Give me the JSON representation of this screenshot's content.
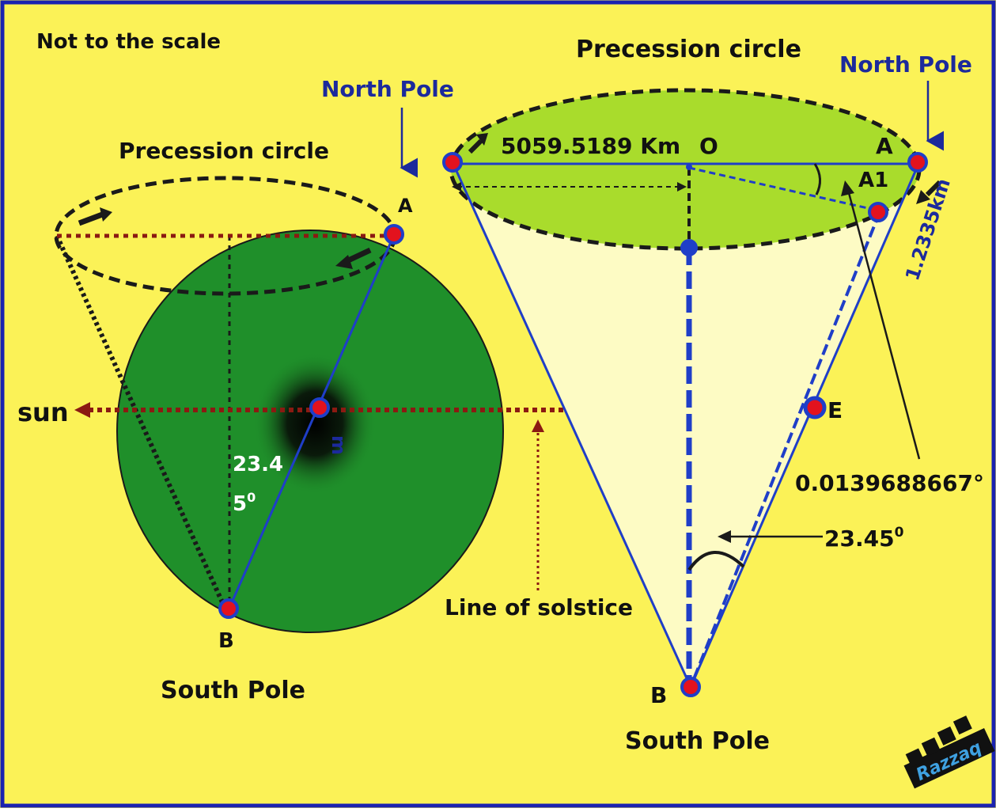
{
  "note": "Not to the scale",
  "left": {
    "precession_label": "Precession circle",
    "north_pole_label": "North Pole",
    "point_a": "A",
    "point_b": "B",
    "center_label": "m",
    "angle_line1": "23.4",
    "angle_line2": "5",
    "angle_sup": "0",
    "south_pole_label": "South Pole",
    "sun_label": "sun"
  },
  "right": {
    "precession_label": "Precession circle",
    "north_pole_label": "North Pole",
    "radius_label": "5059.5189 Km",
    "point_o": "O",
    "point_a": "A",
    "point_a1": "A1",
    "arc_label": "1.2335km",
    "point_e": "E",
    "small_angle": "0.0139688667°",
    "cone_angle": "23.45",
    "cone_angle_sup": "0",
    "point_b": "B",
    "south_pole_label": "South Pole"
  },
  "solstice_label": "Line of solstice",
  "watermark": "Razzaq",
  "colors": {
    "background": "#fbf257",
    "frame": "#1a22b0",
    "earth": "#1f8f2a",
    "cap": "#a9dc2c",
    "cone": "#fdfbc4",
    "axis": "#1f3ec8",
    "solstice": "#8b1a12",
    "marker": "#e3121e"
  }
}
